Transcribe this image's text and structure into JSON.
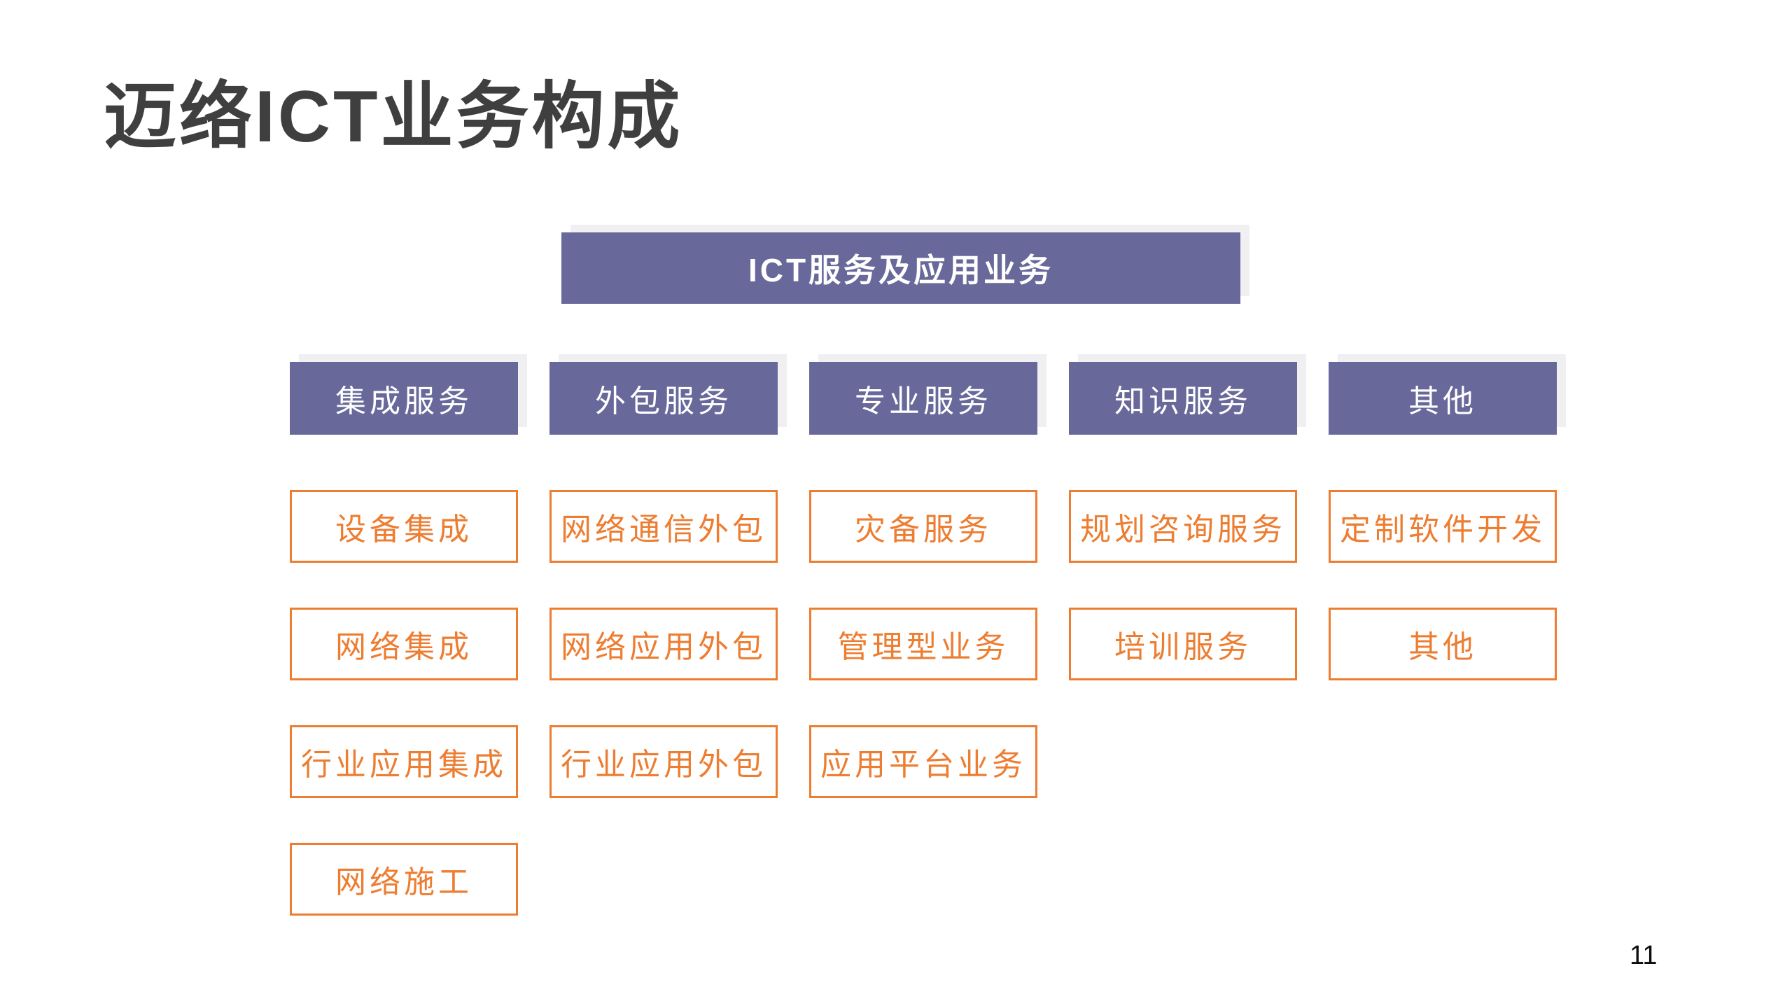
{
  "slide": {
    "title": "迈络ICT业务构成",
    "page_number": "11"
  },
  "tree": {
    "root_label": "ICT服务及应用业务",
    "columns": [
      {
        "header": "集成服务",
        "items": [
          "设备集成",
          "网络集成",
          "行业应用集成",
          "网络施工"
        ]
      },
      {
        "header": "外包服务",
        "items": [
          "网络通信外包",
          "网络应用外包",
          "行业应用外包"
        ]
      },
      {
        "header": "专业服务",
        "items": [
          "灾备服务",
          "管理型业务",
          "应用平台业务"
        ]
      },
      {
        "header": "知识服务",
        "items": [
          "规划咨询服务",
          "培训服务"
        ]
      },
      {
        "header": "其他",
        "items": [
          "定制软件开发",
          "其他"
        ]
      }
    ]
  },
  "colors": {
    "category_purple": "#68689a",
    "item_orange": "#ed7d31",
    "shadow_gray": "#f0f0f2",
    "title_gray": "#3f3f3f"
  }
}
